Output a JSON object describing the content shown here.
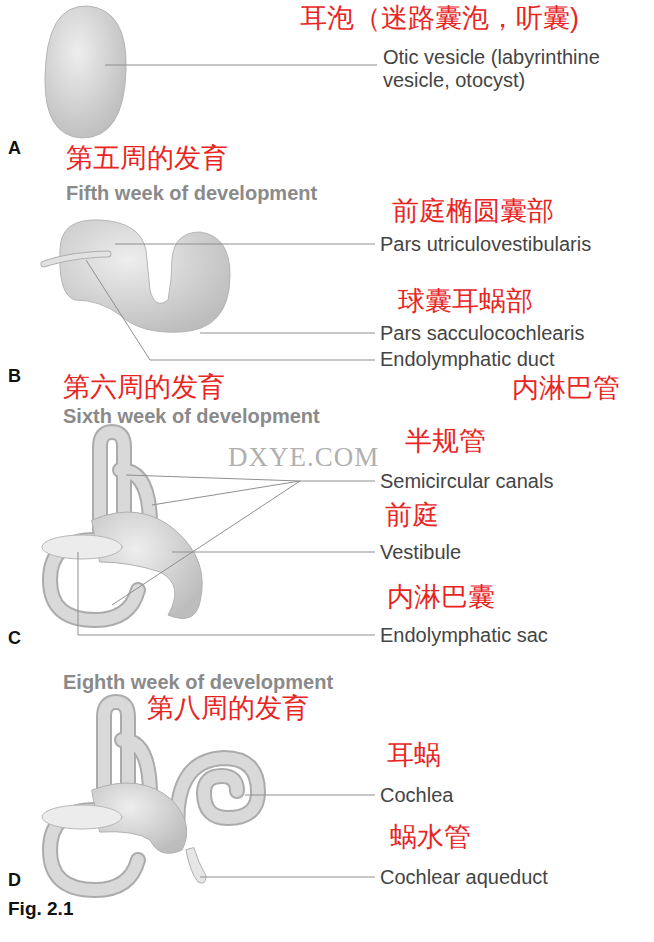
{
  "diagram": {
    "caption": "Fig. 2.1",
    "labels": [
      "耳泡（迷路囊泡，听囊)",
      "Otic vesicle (labyrinthine vesicle, otocyst)",
      "A",
      "第五周的发育",
      "Fifth week of development",
      "前庭椭圆囊部",
      "Pars utriculovestibularis",
      "球囊耳蜗部",
      "Pars sacculocochlearis",
      "Endolymphatic duct",
      "内淋巴管",
      "B",
      "第六周的发育",
      "Sixth week of development",
      "DXYE.COM",
      "半规管",
      "Semicircular canals",
      "前庭",
      "Vestibule",
      "内淋巴囊",
      "Endolymphatic sac",
      "C",
      "Eighth week of development",
      "第八周的发育",
      "耳蜗",
      "Cochlea",
      "蜗水管",
      "Cochlear aqueduct",
      "D"
    ]
  }
}
